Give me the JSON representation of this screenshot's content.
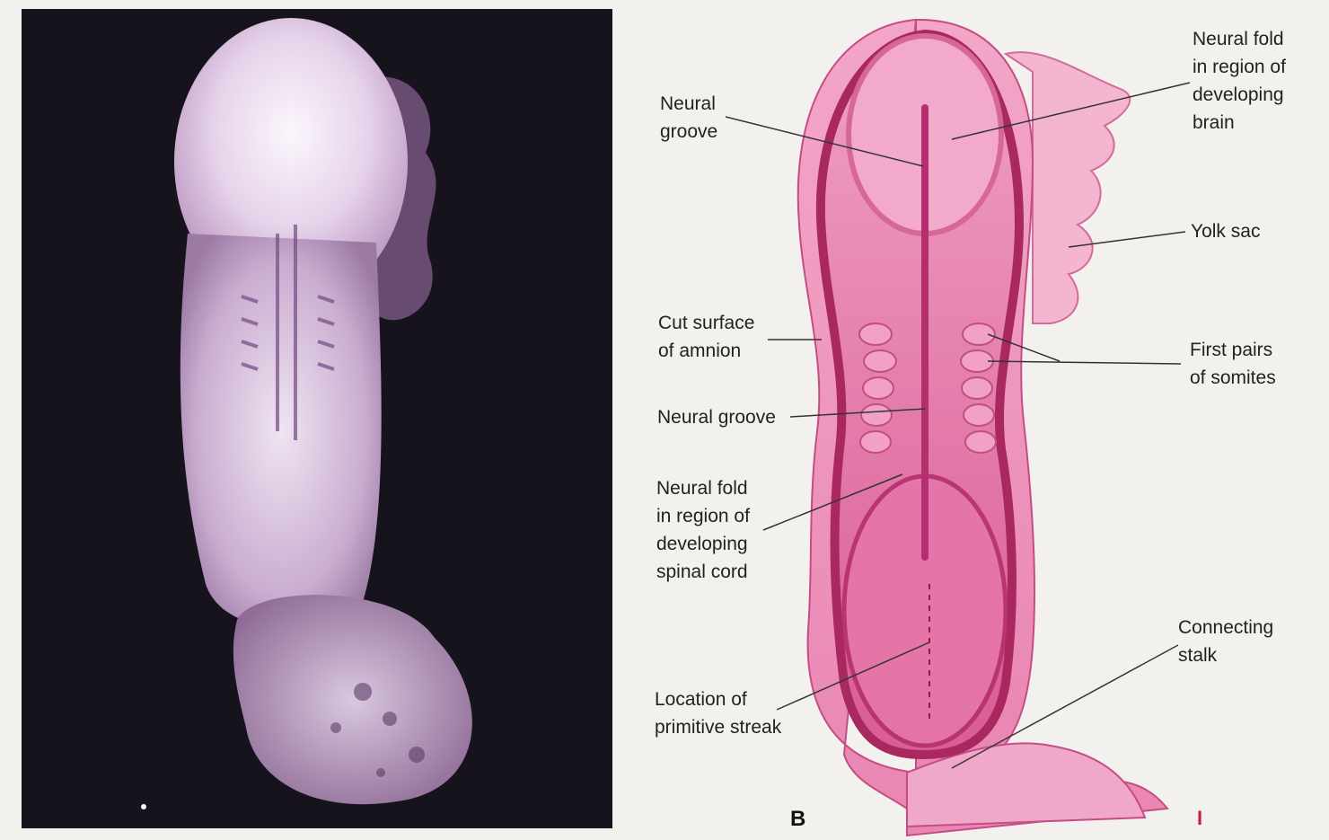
{
  "figure": {
    "panel_letter": "B",
    "corner_mark": "I"
  },
  "labels": {
    "neural_groove_top": [
      "Neural",
      "groove"
    ],
    "neural_fold_brain": [
      "Neural fold",
      "in region of",
      "developing",
      "brain"
    ],
    "yolk_sac": [
      "Yolk sac"
    ],
    "cut_surface_amnion": [
      "Cut surface",
      "of amnion"
    ],
    "first_pairs_somites": [
      "First pairs",
      "of somites"
    ],
    "neural_groove_mid": [
      "Neural groove"
    ],
    "neural_fold_spinal": [
      "Neural fold",
      "in region of",
      "developing",
      "spinal cord"
    ],
    "connecting_stalk": [
      "Connecting",
      "stalk"
    ],
    "primitive_streak": [
      "Location of",
      "primitive streak"
    ]
  },
  "colors": {
    "photo_background": "#16131d",
    "embryo_pale": "#eadcf0",
    "embryo_tissue": "#b48cb8",
    "diagram_light_pink": "#f2a2c4",
    "diagram_mid_pink": "#e372a6",
    "diagram_deep_magenta": "#b02a6c",
    "page_background": "#f3f1ee"
  }
}
